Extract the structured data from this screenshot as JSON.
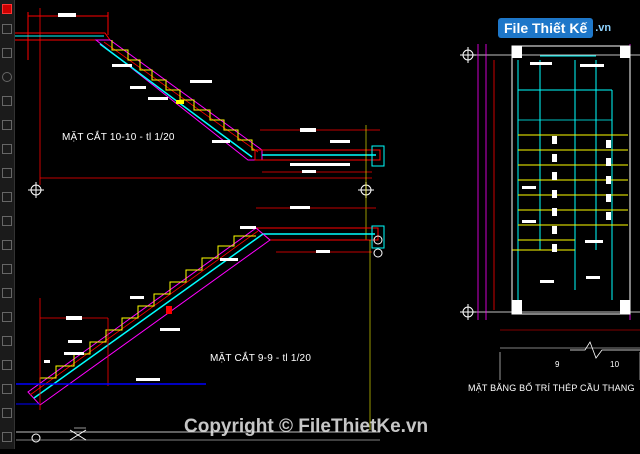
{
  "drawing": {
    "section_10_title": "MẶT CẮT 10-10 - tl 1/20",
    "section_9_title": "MẶT CẮT 9-9 - tl 1/20",
    "plan_title": "MẶT BẰNG BỐ TRÍ THÉP CẦU THANG",
    "grid_label_9": "9",
    "grid_label_10": "10"
  },
  "branding": {
    "logo_text": "File Thiết Kế",
    "logo_domain": ".vn",
    "watermark": "Copyright © FileThietKe.vn"
  },
  "colors": {
    "background": "#000000",
    "stair_outline": "#ffff00",
    "section_line": "#00ffff",
    "dimension": "#ff0000",
    "annotation": "#ffffff",
    "grid": "#ff00ff",
    "ground_line": "#0000ff"
  },
  "toolbar": {
    "tools": [
      "line-icon",
      "polyline-icon",
      "circle-icon",
      "arc-icon",
      "rectangle-icon",
      "hatch-icon",
      "text-icon",
      "dimension-icon",
      "move-icon",
      "copy-icon",
      "rotate-icon",
      "scale-icon",
      "trim-icon",
      "extend-icon",
      "offset-icon"
    ]
  }
}
